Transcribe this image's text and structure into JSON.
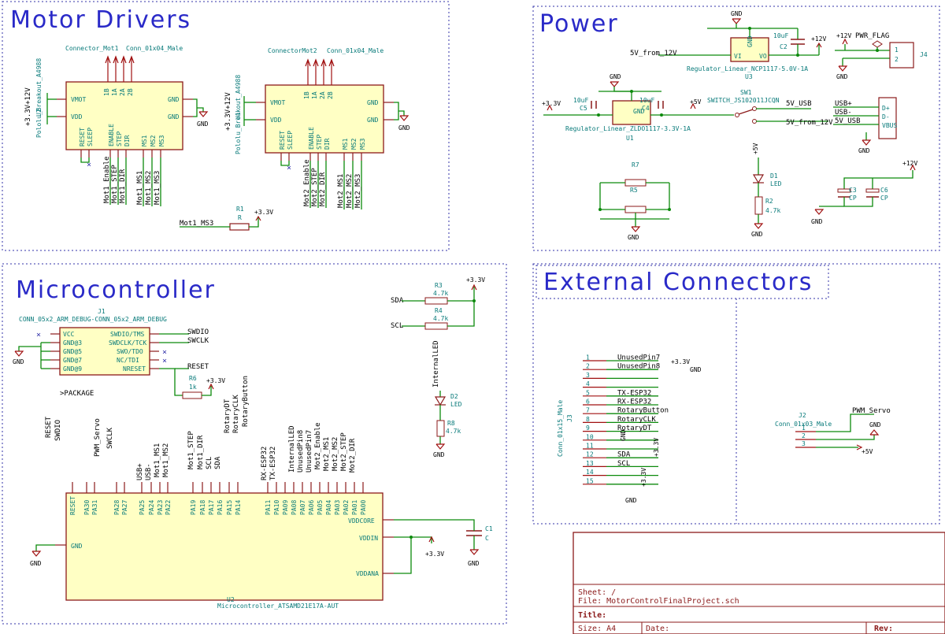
{
  "sections": {
    "motor_drivers": "Motor Drivers",
    "power": "Power",
    "microcontroller": "Microcontroller",
    "external_connectors": "External Connectors"
  },
  "motor": {
    "u1_ref": "Connector_Mot1",
    "u1_val": "Conn_01x04_Male",
    "u2_ref": "ConnectorMot2",
    "u2_val": "Conn_01x04_Male",
    "drv1_name": "Pololu_Breakout_A4988",
    "drv1_ref": "U2",
    "drv2_name": "Pololu_Breakout_A4988",
    "drv2_ref": "U1",
    "pins_top": [
      "1B",
      "1A",
      "2A",
      "2B"
    ],
    "pins_left": [
      "VMOT",
      "VDD"
    ],
    "pins_right": [
      "GND",
      "GND"
    ],
    "pins_bottom": [
      "RESET",
      "SLEEP",
      "ENABLE",
      "STEP",
      "DIR",
      "MS1",
      "MS2",
      "MS3"
    ],
    "mot1_nets": [
      "Mot1_Enable",
      "Mot1_STEP",
      "Mot1_DIR",
      "Mot1_MS1",
      "Mot1_MS2",
      "Mot1_MS3"
    ],
    "mot2_nets": [
      "Mot2_Enable",
      "Mot2_STEP",
      "Mot2_DIR",
      "Mot2_MS1",
      "Mot2_MS2",
      "Mot2_MS3"
    ],
    "rail": "+3.3V+12V",
    "gnd": "GND",
    "r1_ref": "R1",
    "r1_val": "R",
    "r1_net": "Mot1_MS3",
    "r1_pwr": "+3.3V"
  },
  "power": {
    "u3_name": "Regulator_Linear_NCP1117-5.0V-1A",
    "u3_ref": "U3",
    "u1_name": "Regulator_Linear_ZLDO1117-3.3V-1A",
    "u1_ref": "U1",
    "sw_name": "SWITCH_JS102011JCQN",
    "sw_ref": "SW1",
    "net_5v_from_12v": "5V_from_12V",
    "net_5v_usb": "5V_USB",
    "pwr_flag": "PWR_FLAG",
    "j4": "J4",
    "c2": "C2",
    "c2v": "10uF",
    "c5": "C5",
    "c5v": "10uF",
    "c4": "C4",
    "c4v": "10uF",
    "r7": "R7",
    "r5": "R5",
    "d1": "D1",
    "d1v": "LED",
    "r2": "R2",
    "r2v": "4.7k",
    "c3": "C3",
    "c3v": "CP",
    "c6": "C6",
    "c6v": "CP",
    "usb": [
      "USB+",
      "USB-",
      "5V_USB"
    ],
    "usb_pins": [
      "D+",
      "D-",
      "VBUS"
    ],
    "p12": "+12V",
    "p5": "+5V",
    "p33": "+3.3V",
    "gnd": "GND",
    "reg_pins": [
      "VI",
      "VO",
      "GND"
    ]
  },
  "mcu": {
    "j1_ref": "J1",
    "j1_name": "CONN_05x2_ARM_DEBUG-CONN_05x2_ARM_DEBUG",
    "j1_pkg": ">PACKAGE",
    "j1_left": [
      "VCC",
      "GND@3",
      "GND@5",
      "GND@7",
      "GND@9"
    ],
    "j1_right": [
      "SWDIO/TMS",
      "SWDCLK/TCK",
      "SWO/TDO",
      "NC/TDI",
      "NRESET"
    ],
    "j1_nets": [
      "SWDIO",
      "SWCLK",
      "RESET"
    ],
    "r6": "R6",
    "r6v": "1k",
    "r3": "R3",
    "r3v": "4.7k",
    "r4": "R4",
    "r4v": "4.7k",
    "sda": "SDA",
    "scl": "SCL",
    "d2": "D2",
    "d2v": "LED",
    "r8": "R8",
    "r8v": "4.7k",
    "internal_led": "InternalLED",
    "u2_ref": "U2",
    "u2_name": "Microcontroller_ATSAMD21E17A-AUT",
    "top_nets": [
      "RESET",
      "SWDIO",
      "PWM_Servo",
      "SWCLK",
      "USB+",
      "USB-",
      "Mot1_MS1",
      "Mot1_MS2",
      "Mot1_STEP",
      "Mot1_DIR",
      "SCL",
      "SDA",
      "RotaryDT",
      "RotaryCLK",
      "RotaryButton",
      "RX-ESP32",
      "TX-ESP32",
      "InternalLED",
      "UnusedPin8",
      "UnusedPin7",
      "Mot2_Enable",
      "Mot2_MS1",
      "Mot2_MS2",
      "Mot2_STEP",
      "Mot2_DIR"
    ],
    "pins": [
      "RESET",
      "PA30",
      "PA31",
      "PA28",
      "PA27",
      "PA25",
      "PA24",
      "PA23",
      "PA22",
      "PA19",
      "PA18",
      "PA17",
      "PA16",
      "PA15",
      "PA14",
      "PA11",
      "PA10",
      "PA09",
      "PA08",
      "PA07",
      "PA06",
      "PA05",
      "PA04",
      "PA03",
      "PA02",
      "PA01",
      "PA00"
    ],
    "right_pins": [
      "VDDCORE",
      "VDDIN",
      "VDDANA"
    ],
    "c1": "C1",
    "c1v": "C",
    "gnd": "GND",
    "p33": "+3.3V"
  },
  "ext": {
    "j3_name": "Conn_01x15_Male",
    "j3_ref": "J3",
    "j3_nets": [
      "UnusedPin7",
      "UnusedPin8",
      "",
      "",
      "TX-ESP32",
      "RX-ESP32",
      "RotaryButton",
      "RotaryCLK",
      "RotaryDT",
      "",
      "",
      "SDA",
      "SCL",
      "",
      ""
    ],
    "j2_ref": "J2",
    "j2_name": "Conn_01x03_Male",
    "j2_net": "PWM_Servo",
    "gnd": "GND",
    "p33": "+3.3V",
    "p5": "+5V"
  },
  "titleblock": {
    "sheet": "Sheet: /",
    "file": "File: MotorControlFinalProject.sch",
    "title": "Title:",
    "size": "Size: A4",
    "date": "Date:",
    "rev": "Rev:"
  }
}
